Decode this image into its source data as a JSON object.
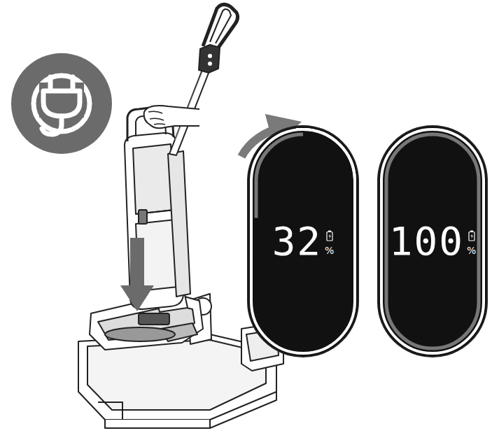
{
  "diagram": {
    "nodes": [
      {
        "text": [
          "32",
          "%"
        ]
      },
      {
        "text": [
          "100",
          "%"
        ]
      }
    ]
  }
}
